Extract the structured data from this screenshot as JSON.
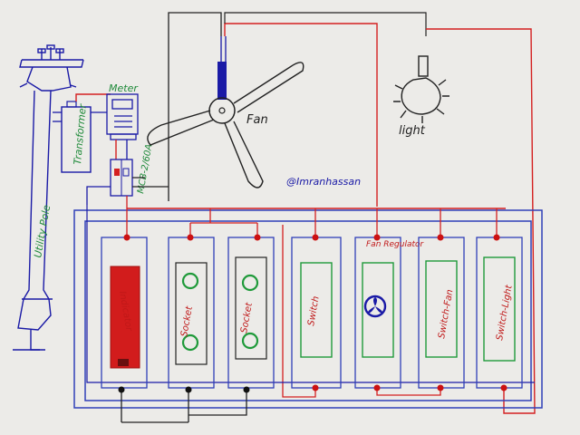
{
  "labels": {
    "meter": "Meter",
    "transformer": "Transformer",
    "mcb": "MCB-2/60A",
    "utility_pole": "Utility Pole",
    "fan": "Fan",
    "light": "light",
    "credit": "@Imranhassan",
    "indicator": "Indicator",
    "socket_1": "Socket",
    "socket_2": "Socket",
    "switch": "Switch",
    "fan_regulator": "Fan Regulator",
    "switch_fan": "Switch-Fan",
    "switch_light": "Switch-Light"
  },
  "colors": {
    "paper": "#ecebe8",
    "phase_wire": "#d42020",
    "neutral_wire": "#1a1aa6",
    "board_outline": "#2f3fb8",
    "black_wire": "#222222",
    "green_label": "#1f8a3a",
    "red_label": "#c01818",
    "terminal_red": "#cc1111",
    "terminal_black": "#111111"
  },
  "icons": {
    "fan": "ceiling-fan-icon",
    "light": "bulb-icon",
    "regulator": "fan-regulator-knob-icon"
  }
}
